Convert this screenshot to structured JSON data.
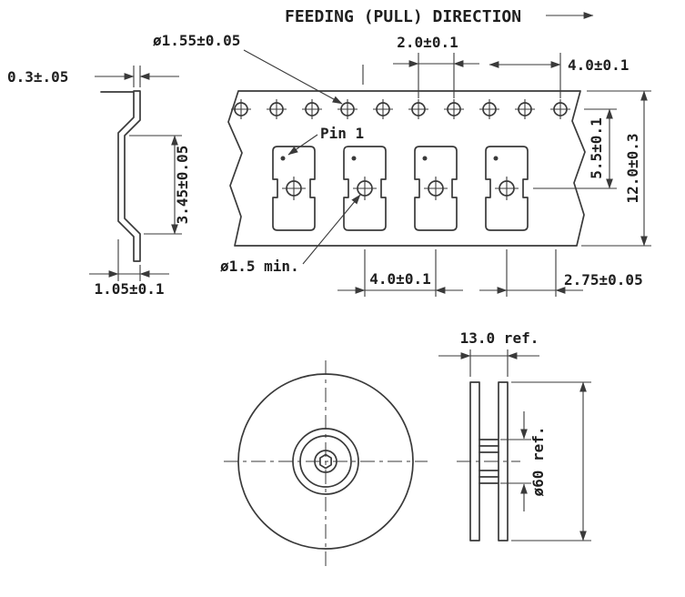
{
  "drawing": {
    "title": "FEEDING (PULL) DIRECTION",
    "tape_view": {
      "sprocket_hole_dia": "ø1.55±0.05",
      "sprocket_pitch": "2.0±0.1",
      "top_margin": "4.0±0.1",
      "hole_to_pocket_center": "5.5±0.1",
      "tape_width": "12.0±0.3",
      "pin1_label": "Pin 1",
      "pocket_hole_dia": "ø1.5 min.",
      "pocket_pitch": "4.0±0.1",
      "pocket_to_edge": "2.75±0.05"
    },
    "component_view": {
      "lead_thickness": "0.3±.05",
      "body_height": "3.45±0.05",
      "foot_width": "1.05±0.1"
    },
    "reel_view": {
      "reel_width": "13.0 ref.",
      "hub_dia": "ø60 ref."
    }
  }
}
